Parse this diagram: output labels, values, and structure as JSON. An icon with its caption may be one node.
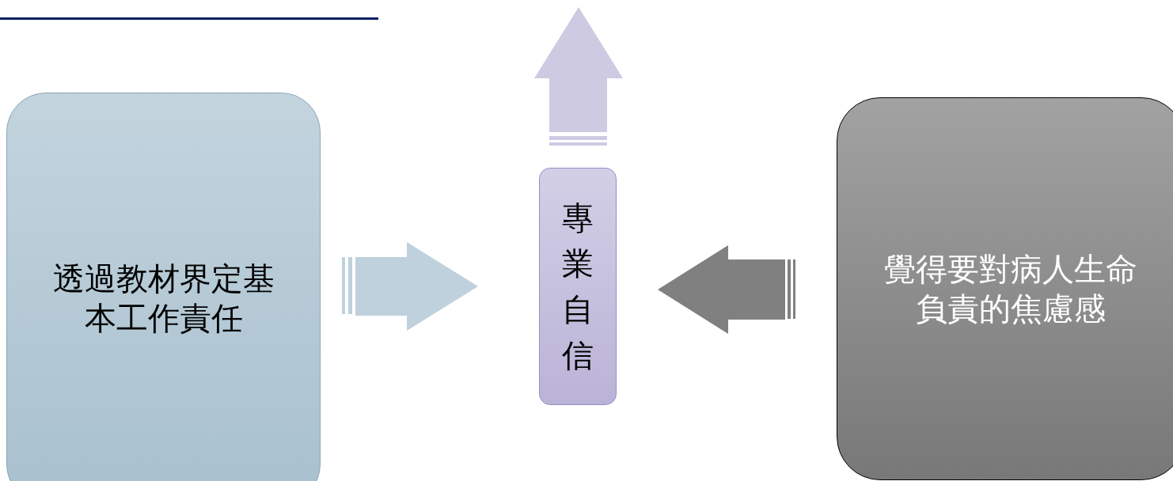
{
  "diagram": {
    "nodes": [
      {
        "text": [
          "透過教材界定基本工作責任"
        ]
      },
      {
        "text": [
          "專業自信"
        ]
      },
      {
        "text": [
          "覺得要對病人生命負責的焦慮感"
        ]
      }
    ],
    "edges": [
      {
        "from": 0,
        "to": 1,
        "arrow": "to",
        "style": "thick",
        "color": "#bfd1dc"
      },
      {
        "from": 2,
        "to": 1,
        "arrow": "to",
        "style": "thick",
        "color": "#808080"
      },
      {
        "from": 1,
        "to": null,
        "arrow": "to",
        "style": "thick",
        "color": "#cdcae2"
      }
    ]
  }
}
